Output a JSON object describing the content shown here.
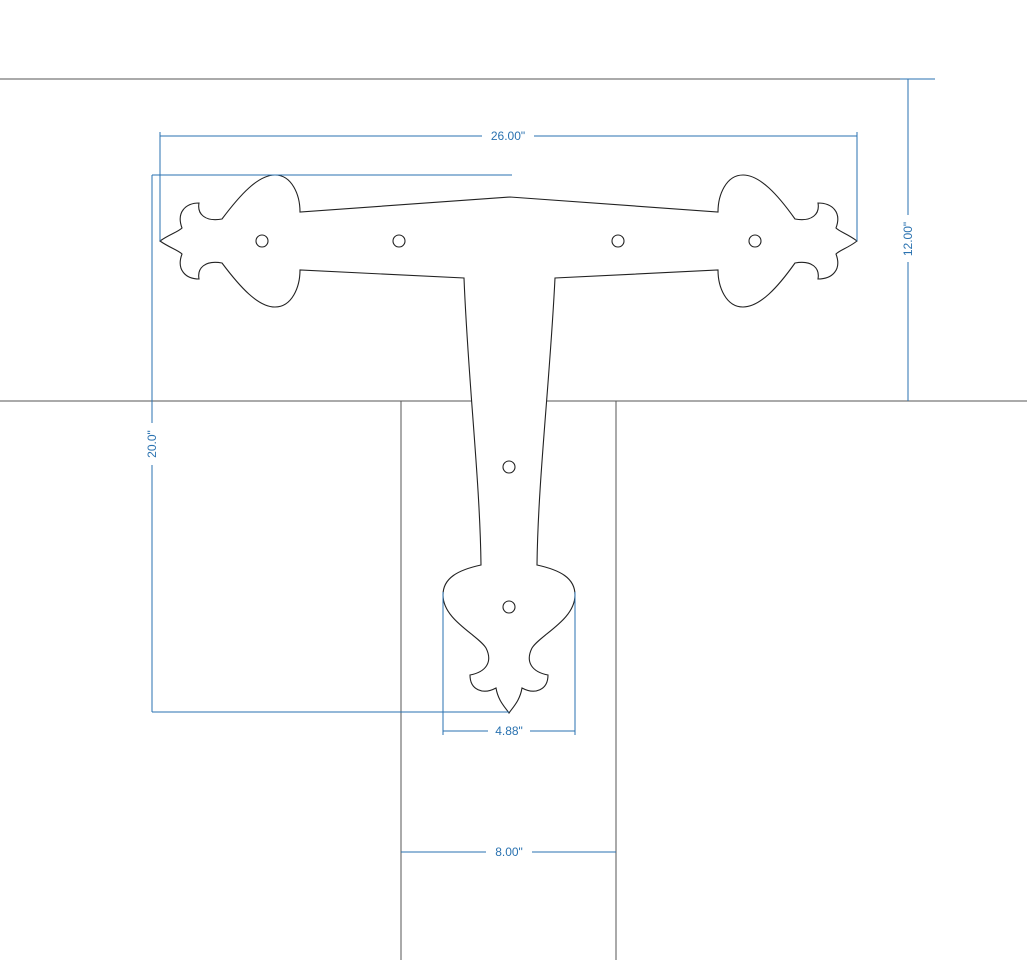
{
  "drawing": {
    "dimensions": {
      "overall_width": "26.00\"",
      "beam_height": "12.00\"",
      "overall_height": "20.0\"",
      "bottom_leaf_width": "4.88\"",
      "post_width": "8.00\""
    },
    "colors": {
      "dimension": "#2a72b0",
      "outline": "#222222"
    }
  }
}
